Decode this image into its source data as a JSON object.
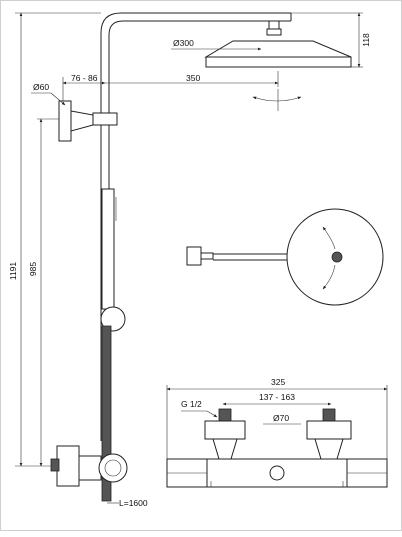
{
  "dimensions": {
    "showerhead_diameter": "Ø300",
    "head_drop": "118",
    "arm_offset": "76 - 86",
    "arm_length": "350",
    "bracket_diameter": "Ø60",
    "overall_height": "1191",
    "rail_height": "985",
    "hose_length": "L=1600",
    "mixer_width": "325",
    "inlet_spacing": "137 - 163",
    "inlet_thread": "G 1/2",
    "cover_diameter": "Ø70"
  }
}
